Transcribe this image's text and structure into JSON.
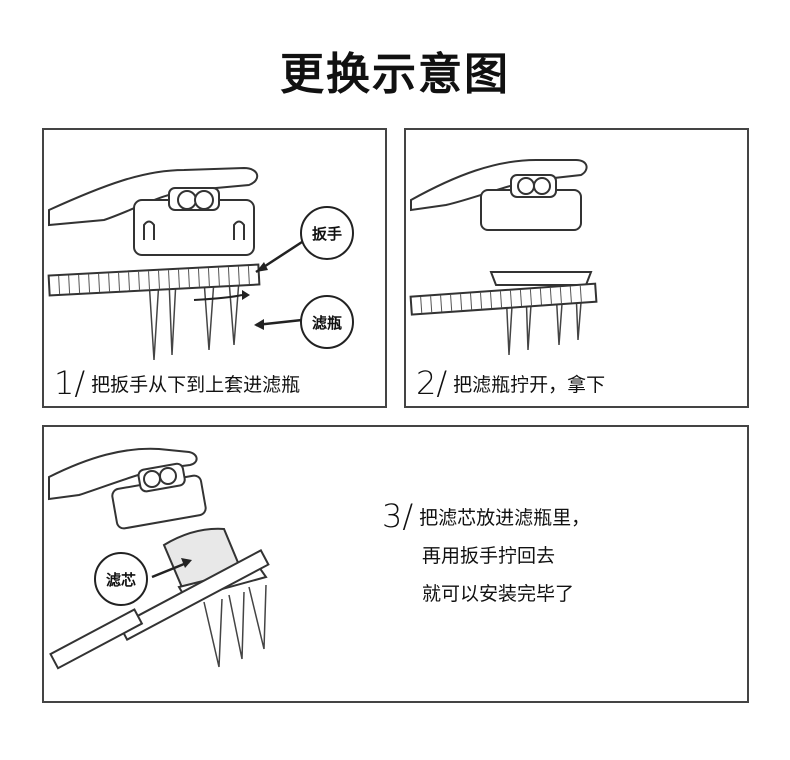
{
  "title": "更换示意图",
  "steps": [
    {
      "num": "1/",
      "text": "把扳手从下到上套进滤瓶",
      "labels": {
        "wrench": "扳手",
        "bottle": "滤瓶"
      }
    },
    {
      "num": "2/",
      "text": "把滤瓶拧开，拿下"
    },
    {
      "num": "3/",
      "lines": [
        "把滤芯放进滤瓶里，",
        "再用扳手拧回去",
        "就可以安装完毕了"
      ],
      "labels": {
        "filter": "滤芯"
      }
    }
  ]
}
